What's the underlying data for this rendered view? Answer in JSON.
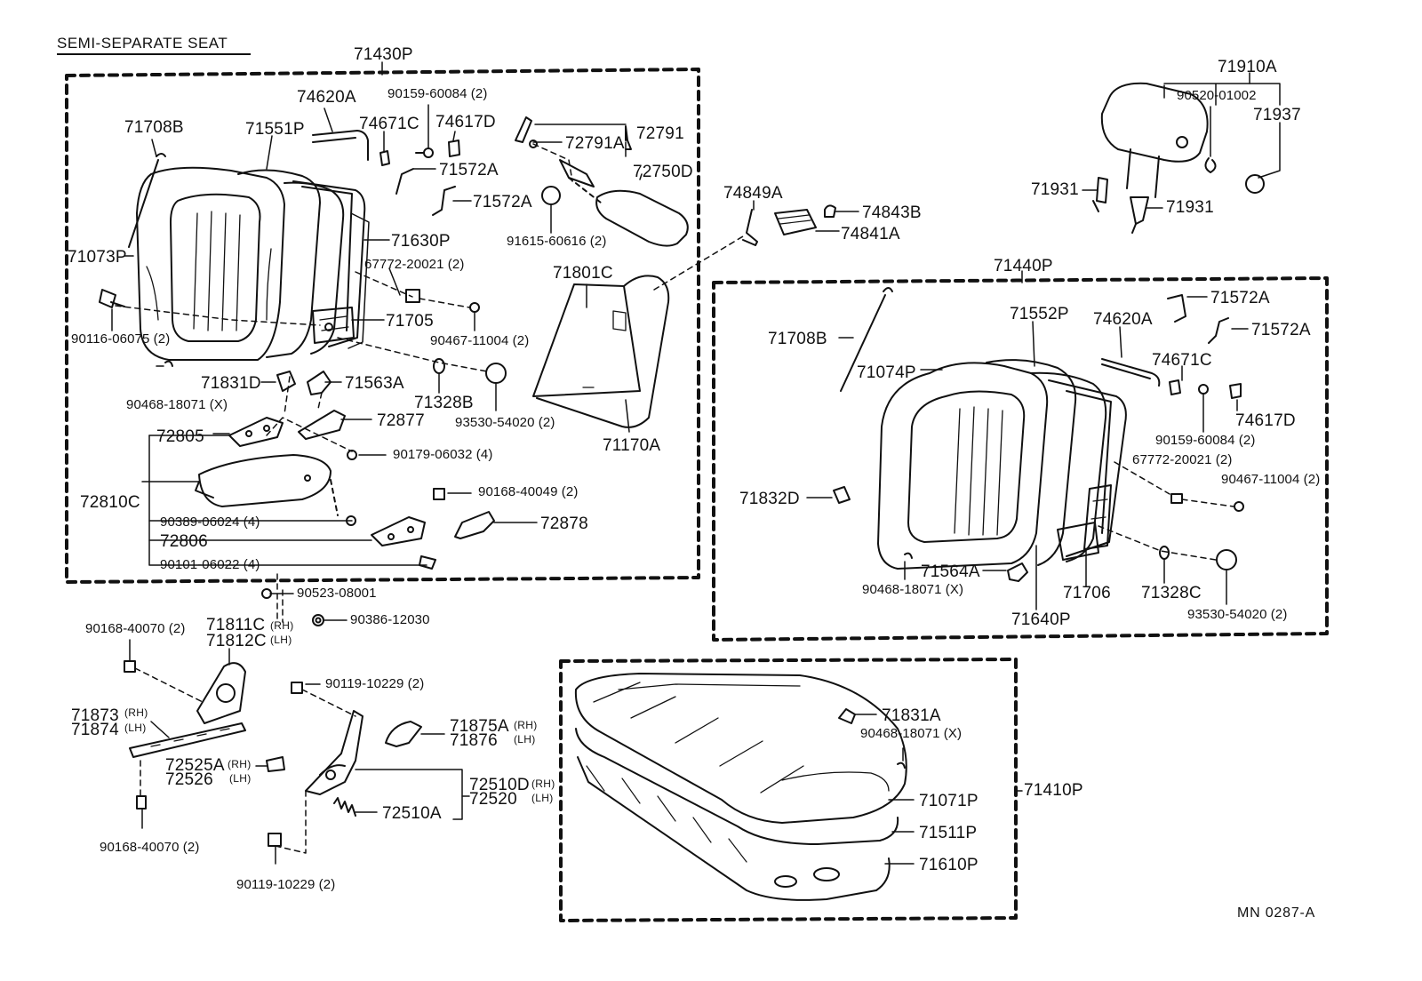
{
  "title": "SEMI-SEPARATE SEAT",
  "drawing_code": "MN  0287-A",
  "assemblies": {
    "seatback_rh": "71430P",
    "seatback_lh": "71440P",
    "cushion": "71410P",
    "headrest": "71910A"
  },
  "upper_left_group": {
    "p71708B": "71708B",
    "p71551P": "71551P",
    "p74620A": "74620A",
    "p74671C": "74671C",
    "p90159": "90159-60084 (2)",
    "p74617D": "74617D",
    "p72791": "72791",
    "p72791A": "72791A",
    "p72750D": "72750D",
    "p71572A_1": "71572A",
    "p71572A_2": "71572A",
    "p91615": "91615-60616 (2)",
    "p71073P": "71073P",
    "p71630P": "71630P",
    "p67772": "67772-20021 (2)",
    "p90116": "90116-06075 (2)",
    "p71705": "71705",
    "p90467": "90467-11004 (2)",
    "p71831D": "71831D",
    "p71563A": "71563A",
    "p71328B": "71328B",
    "p90468": "90468-18071 (X)",
    "p93530": "93530-54020 (2)",
    "p72877": "72877",
    "p72805": "72805",
    "p90179": "90179-06032 (4)",
    "p72810C": "72810C",
    "p90168_40049": "90168-40049 (2)",
    "p90389": "90389-06024 (4)",
    "p72878": "72878",
    "p72806": "72806",
    "p90101": "90101-06022 (4)",
    "p71801C": "71801C",
    "p71170A": "71170A"
  },
  "middle_group": {
    "p74849A": "74849A",
    "p74843B": "74843B",
    "p74841A": "74841A",
    "p90523": "90523-08001",
    "p90386": "90386-12030"
  },
  "headrest_group": {
    "p90520": "90520-01002",
    "p71937": "71937",
    "p71931_1": "71931",
    "p71931_2": "71931"
  },
  "right_group": {
    "p71708B": "71708B",
    "p71552P": "71552P",
    "p74620A": "74620A",
    "p71572A_1": "71572A",
    "p71572A_2": "71572A",
    "p71074P": "71074P",
    "p74671C": "74671C",
    "p74617D": "74617D",
    "p90159": "90159-60084 (2)",
    "p67772": "67772-20021 (2)",
    "p90467": "90467-11004 (2)",
    "p71832D": "71832D",
    "p71564A": "71564A",
    "p90468": "90468-18071 (X)",
    "p71706": "71706",
    "p71328C": "71328C",
    "p71640P": "71640P",
    "p93530": "93530-54020 (2)"
  },
  "lower_left_group": {
    "p90168_top": "90168-40070 (2)",
    "p71811C": "71811C",
    "p71812C": "71812C",
    "rh": "(RH)",
    "lh": "(LH)",
    "p71873": "71873",
    "p71874": "71874",
    "p90119_top": "90119-10229 (2)",
    "p71875A": "71875A",
    "p71876": "71876",
    "p72525A": "72525A",
    "p72526": "72526",
    "p72510D": "72510D",
    "p72520": "72520",
    "p72510A": "72510A",
    "p90168_bottom": "90168-40070 (2)",
    "p90119_bottom": "90119-10229 (2)"
  },
  "cushion_group": {
    "p71831A": "71831A",
    "p90468": "90468-18071 (X)",
    "p71071P": "71071P",
    "p71511P": "71511P",
    "p71610P": "71610P"
  }
}
